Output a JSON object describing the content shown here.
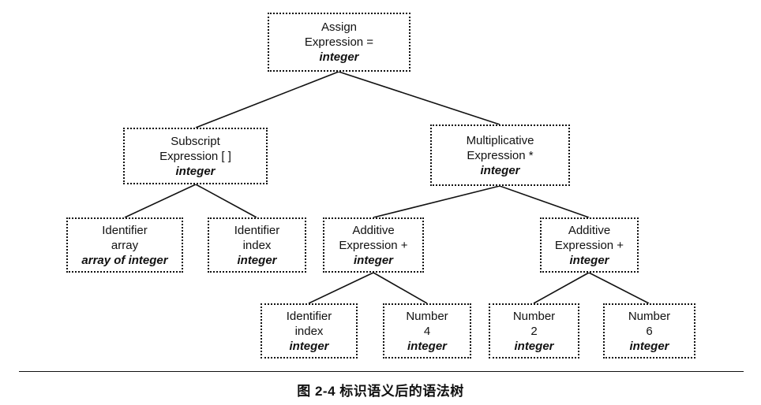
{
  "tree": {
    "nodes": {
      "assign": {
        "line1": "Assign",
        "line2": "Expression =",
        "type": "integer"
      },
      "subscript": {
        "line1": "Subscript",
        "line2": "Expression [ ]",
        "type": "integer"
      },
      "multiplicative": {
        "line1": "Multiplicative",
        "line2": "Expression *",
        "type": "integer"
      },
      "identifier_array": {
        "line1": "Identifier",
        "line2": "array",
        "type": "array of integer"
      },
      "identifier_index": {
        "line1": "Identifier",
        "line2": "index",
        "type": "integer"
      },
      "additive_left": {
        "line1": "Additive",
        "line2": "Expression +",
        "type": "integer"
      },
      "additive_right": {
        "line1": "Additive",
        "line2": "Expression +",
        "type": "integer"
      },
      "identifier_index_2": {
        "line1": "Identifier",
        "line2": "index",
        "type": "integer"
      },
      "number_4": {
        "line1": "Number",
        "line2": "4",
        "type": "integer"
      },
      "number_2": {
        "line1": "Number",
        "line2": "2",
        "type": "integer"
      },
      "number_6": {
        "line1": "Number",
        "line2": "6",
        "type": "integer"
      }
    },
    "edges": [
      [
        "assign",
        "subscript"
      ],
      [
        "assign",
        "multiplicative"
      ],
      [
        "subscript",
        "identifier_array"
      ],
      [
        "subscript",
        "identifier_index"
      ],
      [
        "multiplicative",
        "additive_left"
      ],
      [
        "multiplicative",
        "additive_right"
      ],
      [
        "additive_left",
        "identifier_index_2"
      ],
      [
        "additive_left",
        "number_4"
      ],
      [
        "additive_right",
        "number_2"
      ],
      [
        "additive_right",
        "number_6"
      ]
    ]
  },
  "caption": "图 2-4   标识语义后的语法树"
}
